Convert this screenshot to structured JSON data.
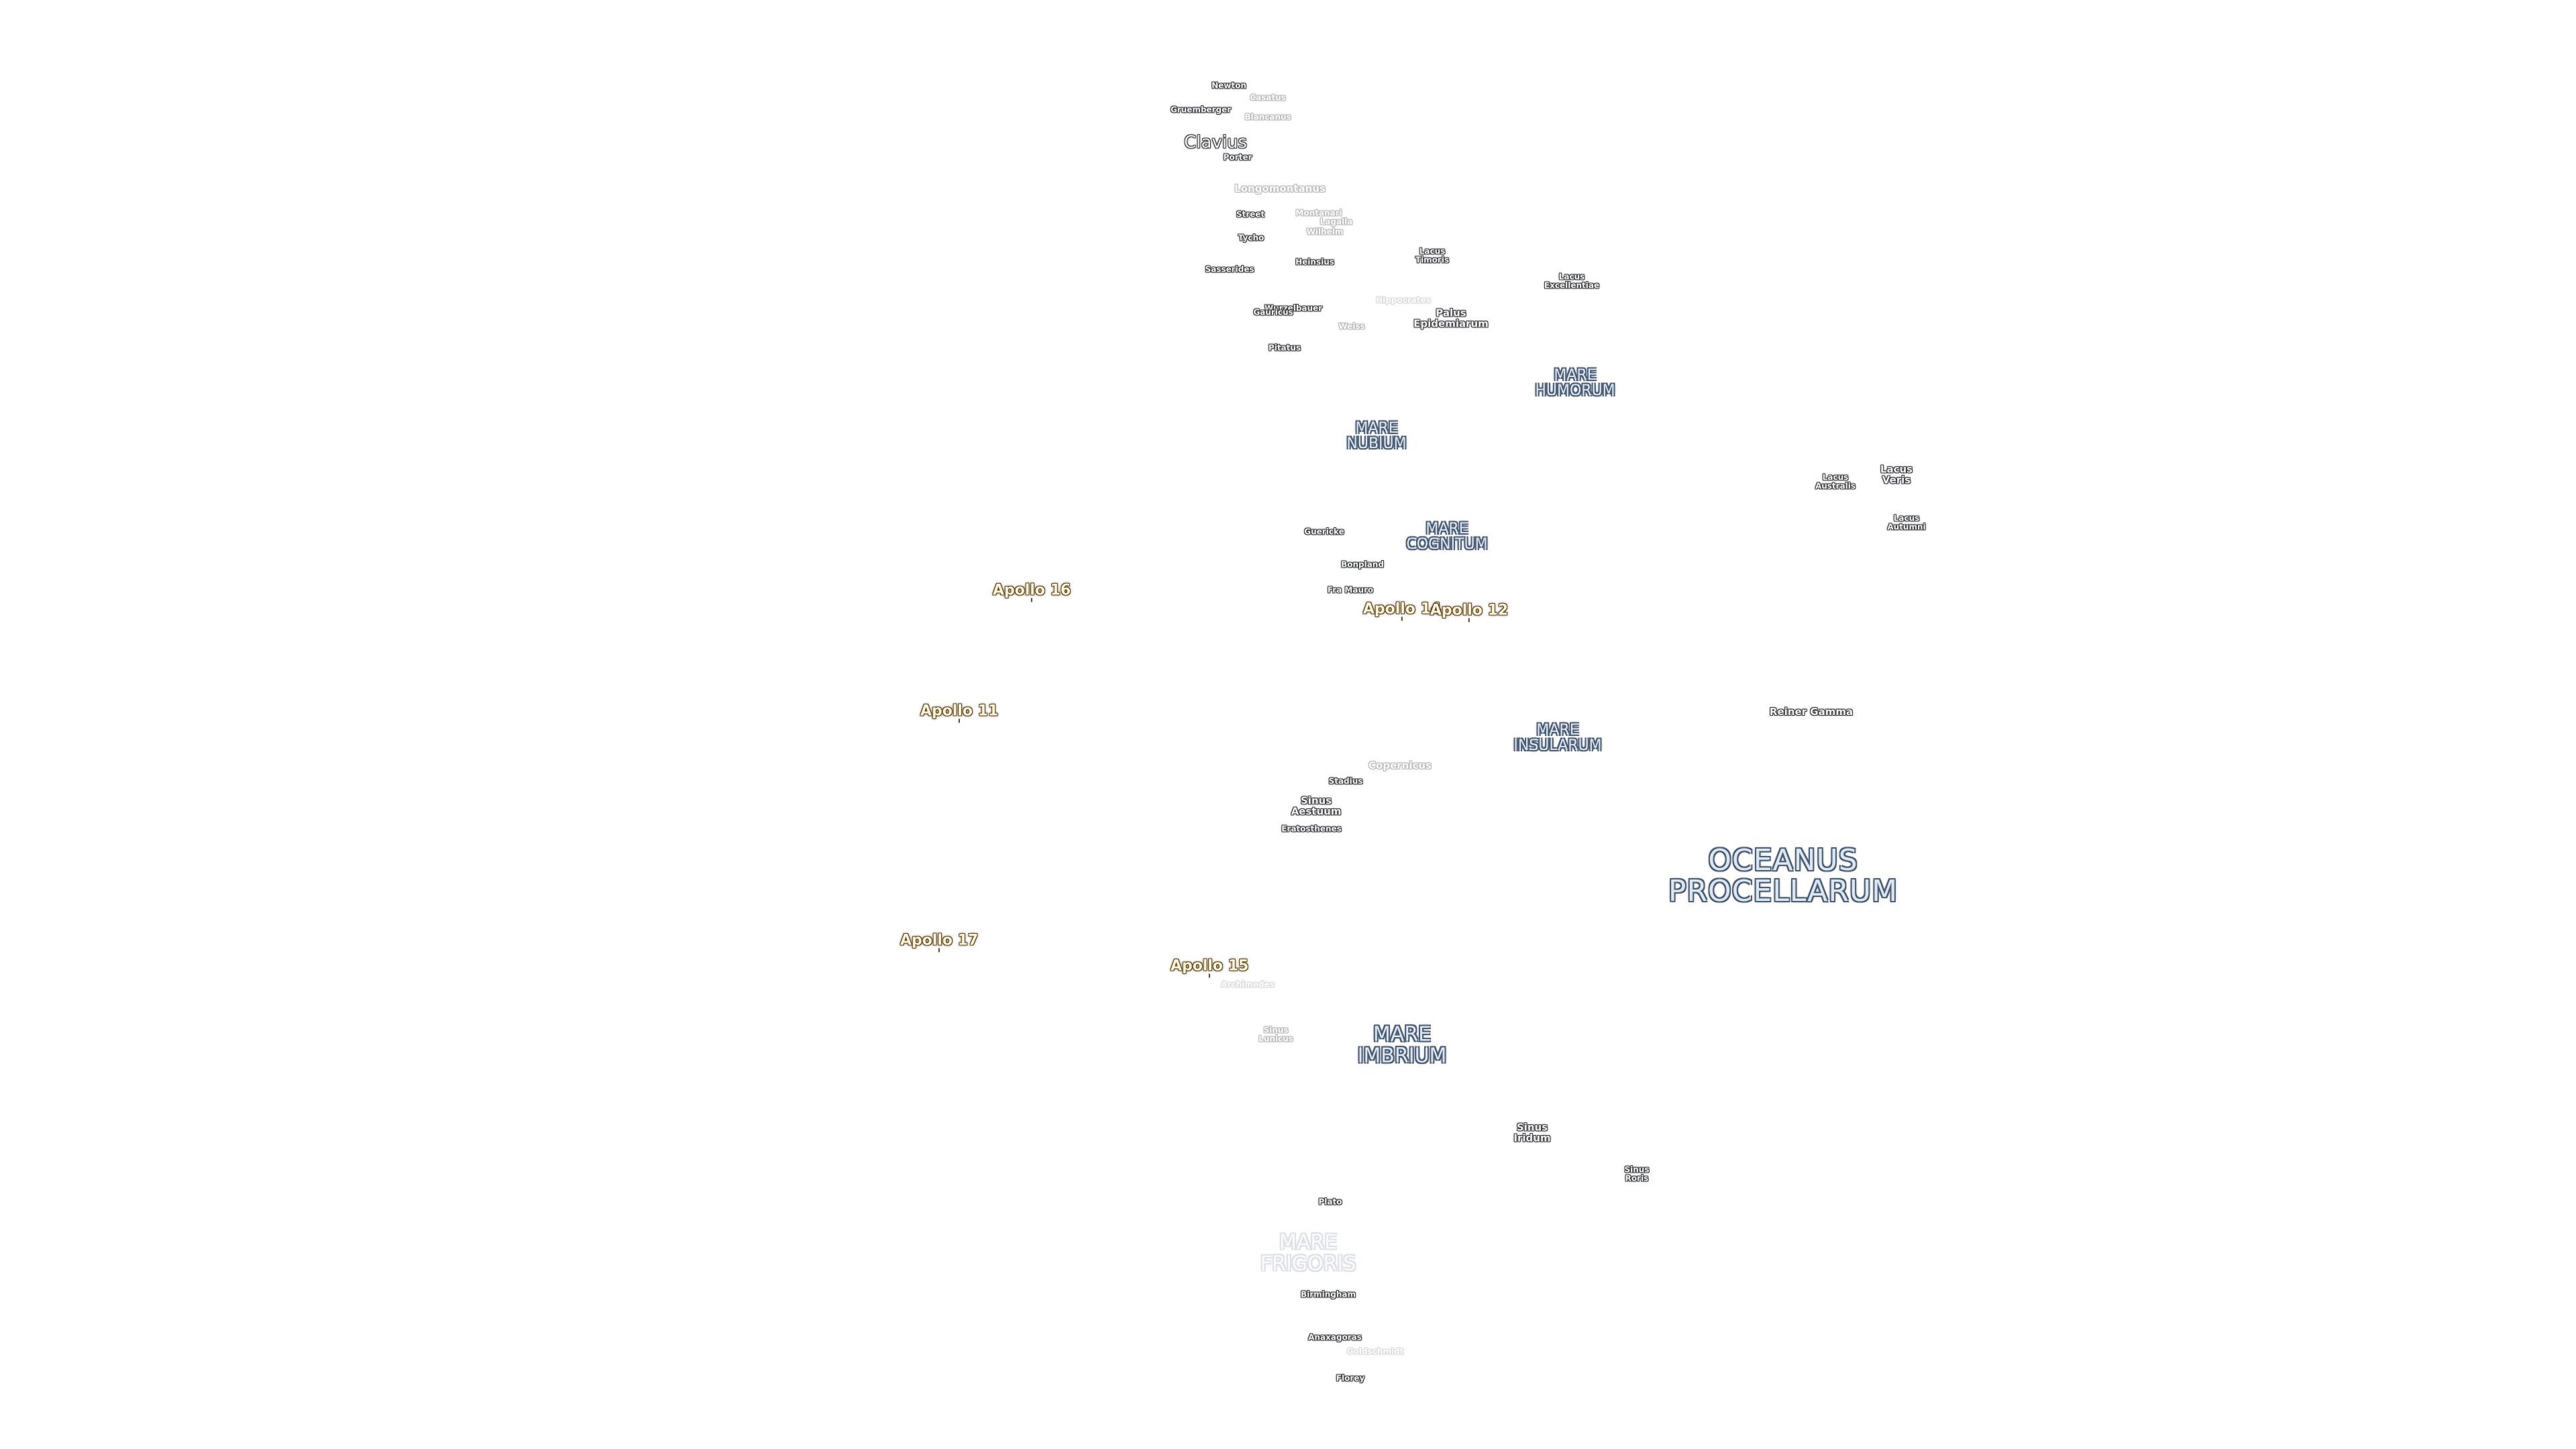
{
  "labels": [
    {
      "id": "newton",
      "text": [
        "Newton"
      ],
      "kind": "crater",
      "size": "c-s",
      "fade": ""
    },
    {
      "id": "casatus",
      "text": [
        "Casatus"
      ],
      "kind": "crater",
      "size": "c-s",
      "fade": "faint"
    },
    {
      "id": "gruemberger",
      "text": [
        "Gruemberger"
      ],
      "kind": "crater",
      "size": "c-s",
      "fade": ""
    },
    {
      "id": "blancanus",
      "text": [
        "Blancanus"
      ],
      "kind": "crater",
      "size": "c-s",
      "fade": "faint"
    },
    {
      "id": "clavius",
      "text": [
        "Clavius"
      ],
      "kind": "crater",
      "size": "c-l",
      "fade": ""
    },
    {
      "id": "porter",
      "text": [
        "Porter"
      ],
      "kind": "crater",
      "size": "c-s",
      "fade": ""
    },
    {
      "id": "longomontanus",
      "text": [
        "Longomontanus"
      ],
      "kind": "crater",
      "size": "c-m",
      "fade": "faint"
    },
    {
      "id": "street",
      "text": [
        "Street"
      ],
      "kind": "crater",
      "size": "c-s",
      "fade": ""
    },
    {
      "id": "montanari",
      "text": [
        "Montanari"
      ],
      "kind": "crater",
      "size": "c-s",
      "fade": "faint"
    },
    {
      "id": "lagalla",
      "text": [
        "Lagalla"
      ],
      "kind": "crater",
      "size": "c-s",
      "fade": "faint"
    },
    {
      "id": "wilhelm",
      "text": [
        "Wilhelm"
      ],
      "kind": "crater",
      "size": "c-s",
      "fade": "faint"
    },
    {
      "id": "tycho",
      "text": [
        "Tycho"
      ],
      "kind": "crater",
      "size": "c-s",
      "fade": ""
    },
    {
      "id": "lacus-timoris",
      "text": [
        "Lacus",
        "Timoris"
      ],
      "kind": "crater",
      "size": "c-s",
      "fade": ""
    },
    {
      "id": "sasserides",
      "text": [
        "Sasserides"
      ],
      "kind": "crater",
      "size": "c-s",
      "fade": ""
    },
    {
      "id": "heinsius",
      "text": [
        "Heinsius"
      ],
      "kind": "crater",
      "size": "c-s",
      "fade": ""
    },
    {
      "id": "lacus-excellentiae",
      "text": [
        "Lacus",
        "Excellentiae"
      ],
      "kind": "crater",
      "size": "c-s",
      "fade": ""
    },
    {
      "id": "hippocrates",
      "text": [
        "Hippocrates"
      ],
      "kind": "crater",
      "size": "c-s",
      "fade": "faint2"
    },
    {
      "id": "wurzelbauer",
      "text": [
        "Wurzelbauer"
      ],
      "kind": "crater",
      "size": "c-s",
      "fade": ""
    },
    {
      "id": "gauricus",
      "text": [
        "Gauricus"
      ],
      "kind": "crater",
      "size": "c-s",
      "fade": ""
    },
    {
      "id": "palus-epidemiarum",
      "text": [
        "Palus",
        "Epidemiarum"
      ],
      "kind": "crater",
      "size": "c-m",
      "fade": ""
    },
    {
      "id": "weiss",
      "text": [
        "Weiss"
      ],
      "kind": "crater",
      "size": "c-s",
      "fade": "faint"
    },
    {
      "id": "pitatus",
      "text": [
        "Pitatus"
      ],
      "kind": "crater",
      "size": "c-s",
      "fade": ""
    },
    {
      "id": "mare-humorum",
      "text": [
        "MARE",
        "HUMORUM"
      ],
      "kind": "mare",
      "size": "m-m",
      "fade": ""
    },
    {
      "id": "mare-nubium",
      "text": [
        "MARE",
        "NUBIUM"
      ],
      "kind": "mare",
      "size": "m-m",
      "fade": ""
    },
    {
      "id": "lacus-veris",
      "text": [
        "Lacus",
        "Veris"
      ],
      "kind": "crater",
      "size": "c-m",
      "fade": ""
    },
    {
      "id": "lacus-autumni-small",
      "text": [
        "Lacus",
        "Autumni"
      ],
      "kind": "crater",
      "size": "c-s",
      "fade": ""
    },
    {
      "id": "lacus-australis",
      "text": [
        "Lacus",
        "Australis"
      ],
      "kind": "crater",
      "size": "c-s",
      "fade": ""
    },
    {
      "id": "guericke",
      "text": [
        "Guericke"
      ],
      "kind": "crater",
      "size": "c-s",
      "fade": ""
    },
    {
      "id": "mare-cognitum",
      "text": [
        "MARE",
        "COGNITUM"
      ],
      "kind": "mare",
      "size": "m-m",
      "fade": ""
    },
    {
      "id": "bonpland",
      "text": [
        "Bonpland"
      ],
      "kind": "crater",
      "size": "c-s",
      "fade": ""
    },
    {
      "id": "fra-mauro",
      "text": [
        "Fra Mauro"
      ],
      "kind": "crater",
      "size": "c-s",
      "fade": ""
    },
    {
      "id": "reiner-gamma",
      "text": [
        "Reiner Gamma"
      ],
      "kind": "crater",
      "size": "c-m",
      "fade": ""
    },
    {
      "id": "mare-insularum",
      "text": [
        "MARE",
        "INSULARUM"
      ],
      "kind": "mare",
      "size": "m-m",
      "fade": ""
    },
    {
      "id": "copernicus",
      "text": [
        "Copernicus"
      ],
      "kind": "crater",
      "size": "c-m",
      "fade": "faint"
    },
    {
      "id": "stadius",
      "text": [
        "Stadius"
      ],
      "kind": "crater",
      "size": "c-s",
      "fade": ""
    },
    {
      "id": "sinus-aestuum",
      "text": [
        "Sinus",
        "Aestuum"
      ],
      "kind": "crater",
      "size": "c-m",
      "fade": ""
    },
    {
      "id": "eratosthenes",
      "text": [
        "Eratosthenes"
      ],
      "kind": "crater",
      "size": "c-s",
      "fade": ""
    },
    {
      "id": "oceanus-procellarum",
      "text": [
        "OCEANUS",
        "PROCELLARUM"
      ],
      "kind": "mare",
      "size": "m-xl",
      "fade": ""
    },
    {
      "id": "archimedes",
      "text": [
        "Archimedes"
      ],
      "kind": "crater",
      "size": "c-s",
      "fade": "faint2"
    },
    {
      "id": "sinus-lunicus",
      "text": [
        "Sinus",
        "Lunicus"
      ],
      "kind": "crater",
      "size": "c-s",
      "fade": "faint"
    },
    {
      "id": "mare-imbrium",
      "text": [
        "MARE",
        "IMBRIUM"
      ],
      "kind": "mare",
      "size": "m-l",
      "fade": ""
    },
    {
      "id": "sinus-iridum",
      "text": [
        "Sinus",
        "Iridum"
      ],
      "kind": "crater",
      "size": "c-m",
      "fade": ""
    },
    {
      "id": "sinus-roris",
      "text": [
        "Sinus",
        "Roris"
      ],
      "kind": "crater",
      "size": "c-s",
      "fade": ""
    },
    {
      "id": "plato",
      "text": [
        "Plato"
      ],
      "kind": "crater",
      "size": "c-s",
      "fade": ""
    },
    {
      "id": "mare-frigoris",
      "text": [
        "MARE",
        "FRIGORIS"
      ],
      "kind": "mare",
      "size": "m-l",
      "fade": "faint2"
    },
    {
      "id": "birmingham",
      "text": [
        "Birmingham"
      ],
      "kind": "crater",
      "size": "c-s",
      "fade": ""
    },
    {
      "id": "anaxagoras",
      "text": [
        "Anaxagoras"
      ],
      "kind": "crater",
      "size": "c-s",
      "fade": ""
    },
    {
      "id": "goldschmidt",
      "text": [
        "Goldschmidt"
      ],
      "kind": "crater",
      "size": "c-s",
      "fade": "faint2"
    },
    {
      "id": "florey",
      "text": [
        "Florey"
      ],
      "kind": "crater",
      "size": "c-s",
      "fade": ""
    }
  ],
  "apollo_sites": [
    {
      "id": "apollo-16",
      "text": "Apollo 16"
    },
    {
      "id": "apollo-14",
      "text": "Apollo 14"
    },
    {
      "id": "apollo-12",
      "text": "Apollo 12"
    },
    {
      "id": "apollo-11",
      "text": "Apollo 11"
    },
    {
      "id": "apollo-17",
      "text": "Apollo 17"
    },
    {
      "id": "apollo-15",
      "text": "Apollo 15"
    }
  ]
}
